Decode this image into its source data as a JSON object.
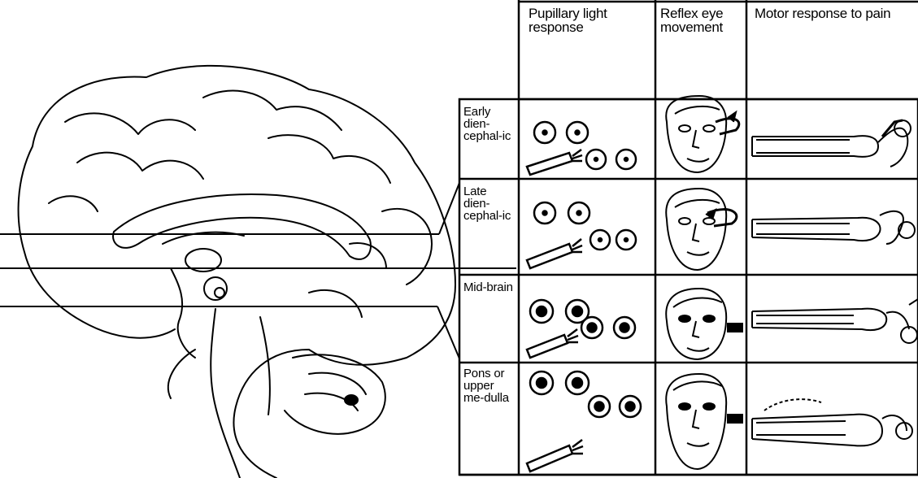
{
  "columns": [
    {
      "id": "pupillary",
      "label": "Pupillary light response"
    },
    {
      "id": "reflex",
      "label": "Reflex eye movement"
    },
    {
      "id": "motor",
      "label": "Motor response to pain"
    }
  ],
  "rows": [
    {
      "id": "early-diencephalic",
      "label": "Early dien-cephal-ic",
      "pupil": "small-reactive",
      "eye_reflex": "present",
      "motor": "decorticate-withdrawal"
    },
    {
      "id": "late-diencephalic",
      "label": "Late dien-cephal-ic",
      "pupil": "small-reactive",
      "eye_reflex": "present",
      "motor": "decorticate-flexion"
    },
    {
      "id": "midbrain",
      "label": "Mid-brain",
      "pupil": "midposition-fixed",
      "eye_reflex": "impaired",
      "motor": "decerebrate-extension"
    },
    {
      "id": "pons-medulla",
      "label": "Pons or upper me-dulla",
      "pupil": "midposition-fixed",
      "eye_reflex": "absent",
      "motor": "flaccid-leg-flexion"
    }
  ],
  "colors": {
    "ink": "#000000",
    "paper": "#ffffff"
  }
}
